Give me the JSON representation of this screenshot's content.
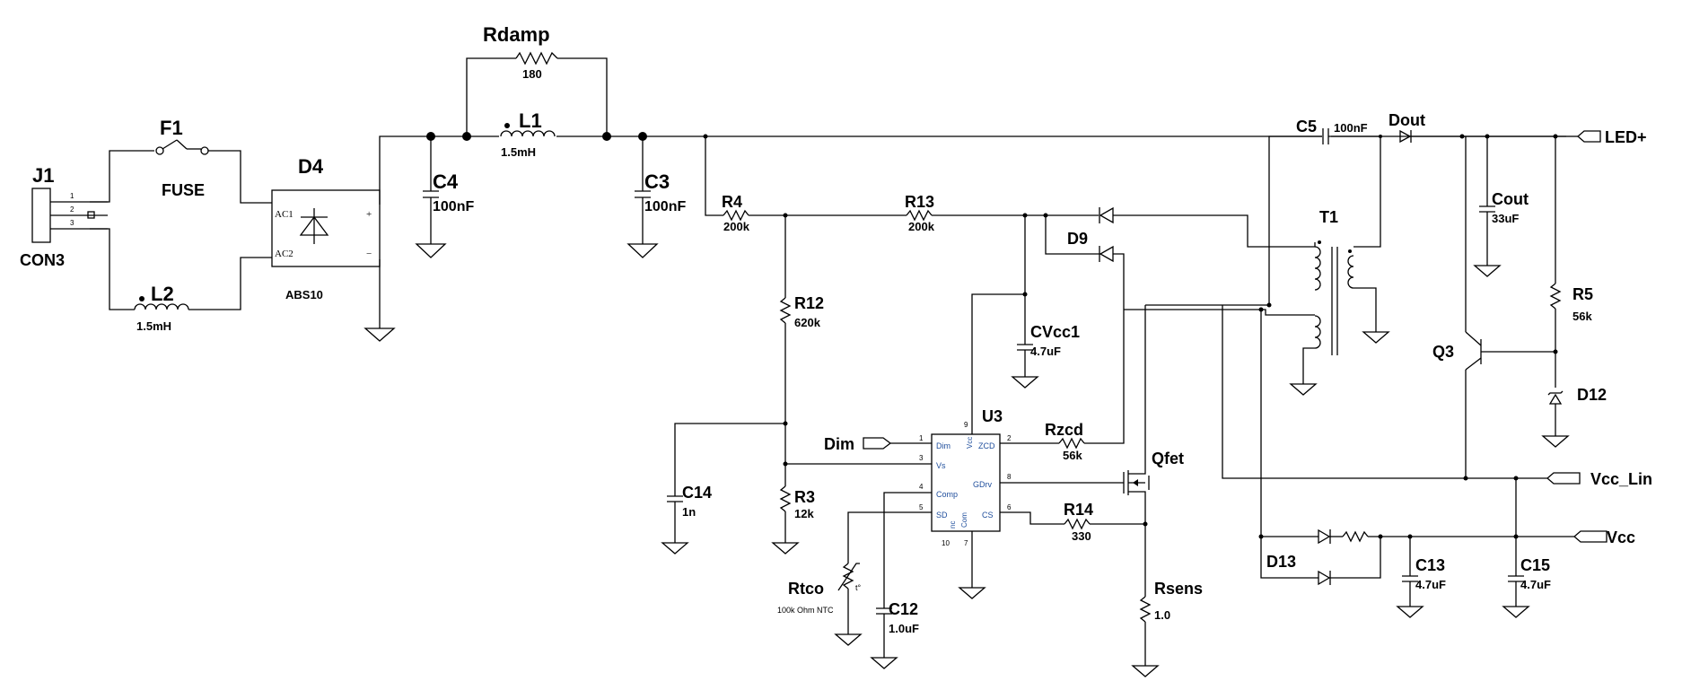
{
  "connector": {
    "ref": "J1",
    "value": "CON3",
    "pins": [
      "1",
      "2",
      "3"
    ]
  },
  "fuse": {
    "ref": "F1",
    "value": "FUSE"
  },
  "bridge": {
    "ref": "D4",
    "value": "ABS10",
    "pin_ac1": "AC1",
    "pin_ac2": "AC2",
    "pin_plus": "+",
    "pin_minus": "−"
  },
  "l2": {
    "ref": "L2",
    "value": "1.5mH"
  },
  "rdamp": {
    "ref": "Rdamp",
    "value": "180"
  },
  "l1": {
    "ref": "L1",
    "value": "1.5mH"
  },
  "c4": {
    "ref": "C4",
    "value": "100nF"
  },
  "c3": {
    "ref": "C3",
    "value": "100nF"
  },
  "r4": {
    "ref": "R4",
    "value": "200k"
  },
  "r13": {
    "ref": "R13",
    "value": "200k"
  },
  "d9": {
    "ref": "D9"
  },
  "r12": {
    "ref": "R12",
    "value": "620k"
  },
  "cvcc1": {
    "ref": "CVcc1",
    "value": "4.7uF"
  },
  "c5": {
    "ref": "C5",
    "value": "100nF"
  },
  "dout": {
    "ref": "Dout"
  },
  "t1": {
    "ref": "T1"
  },
  "cout": {
    "ref": "Cout",
    "value": "33uF"
  },
  "r5": {
    "ref": "R5",
    "value": "56k"
  },
  "q3": {
    "ref": "Q3"
  },
  "d12": {
    "ref": "D12"
  },
  "u3": {
    "ref": "U3",
    "pins": {
      "dim": "Dim",
      "vs": "Vs",
      "comp": "Comp",
      "sd": "SD",
      "vcc": "Vcc",
      "zcd": "ZCD",
      "gdrv": "GDrv",
      "cs": "CS",
      "com": "Com",
      "nc": "nc"
    },
    "pin_numbers": {
      "p1": "1",
      "p2": "2",
      "p3": "3",
      "p4": "4",
      "p5": "5",
      "p6": "6",
      "p7": "7",
      "p8": "8",
      "p9": "9",
      "p10": "10"
    }
  },
  "rzcd": {
    "ref": "Rzcd",
    "value": "56k"
  },
  "qfet": {
    "ref": "Qfet"
  },
  "r14": {
    "ref": "R14",
    "value": "330"
  },
  "rsens": {
    "ref": "Rsens",
    "value": "1.0"
  },
  "c14": {
    "ref": "C14",
    "value": "1n"
  },
  "r3": {
    "ref": "R3",
    "value": "12k"
  },
  "rtco": {
    "ref": "Rtco",
    "value": "100k Ohm NTC",
    "symbol": "t°"
  },
  "c12": {
    "ref": "C12",
    "value": "1.0uF"
  },
  "d13": {
    "ref": "D13"
  },
  "c13": {
    "ref": "C13",
    "value": "4.7uF"
  },
  "c15": {
    "ref": "C15",
    "value": "4.7uF"
  },
  "nets": {
    "dim": "Dim",
    "led_plus": "LED+",
    "vcc_lin": "Vcc_Lin",
    "vcc": "Vcc"
  }
}
